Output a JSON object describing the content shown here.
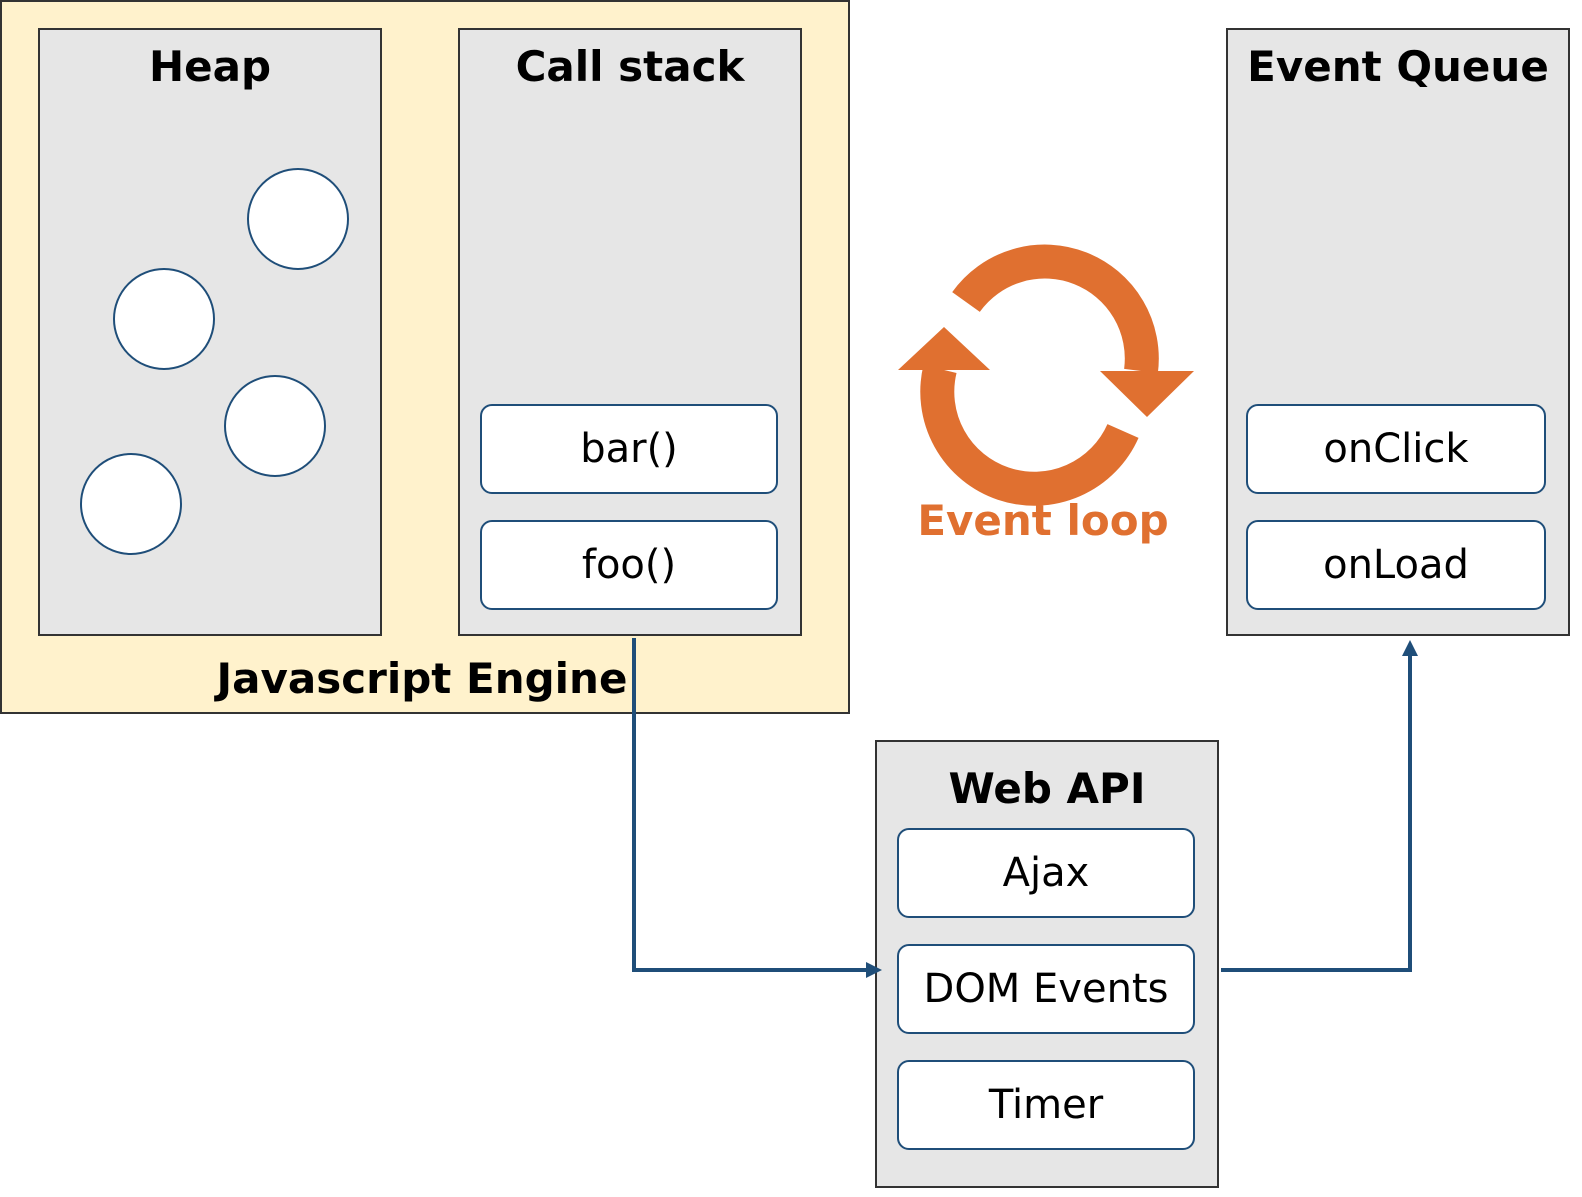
{
  "engine": {
    "label": "Javascript Engine"
  },
  "heap": {
    "title": "Heap",
    "object_count": 4
  },
  "call_stack": {
    "title": "Call stack",
    "frames": [
      "bar()",
      "foo()"
    ]
  },
  "event_queue": {
    "title": "Event Queue",
    "items": [
      "onClick",
      "onLoad"
    ]
  },
  "web_api": {
    "title": "Web API",
    "items": [
      "Ajax",
      "DOM Events",
      "Timer"
    ]
  },
  "event_loop": {
    "label": "Event loop"
  },
  "colors": {
    "engine_bg": "#fff2cc",
    "panel_bg": "#e6e6e6",
    "accent": "#e07030",
    "connector": "#1f4e79"
  }
}
